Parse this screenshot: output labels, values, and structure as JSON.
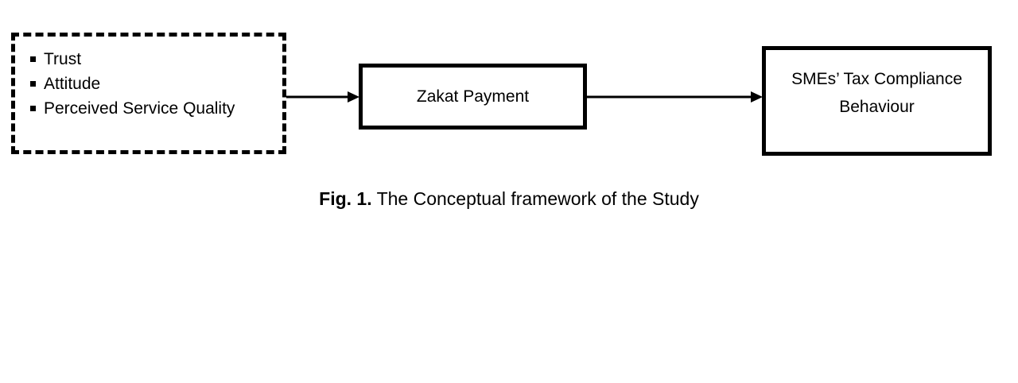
{
  "diagram": {
    "factors": {
      "items": [
        {
          "label": "Trust"
        },
        {
          "label": "Attitude"
        },
        {
          "label": "Perceived Service Quality"
        }
      ]
    },
    "mediator": {
      "label": "Zakat Payment"
    },
    "outcome": {
      "label": "SMEs’ Tax Compliance\nBehaviour"
    },
    "connections": [
      {
        "from": "factors",
        "to": "mediator"
      },
      {
        "from": "mediator",
        "to": "outcome"
      }
    ]
  },
  "caption": {
    "label": "Fig. 1.",
    "text": " The Conceptual framework of the Study"
  }
}
